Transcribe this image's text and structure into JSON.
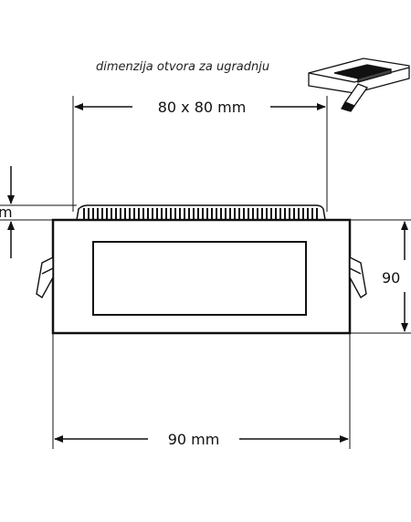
{
  "caption": "dimenzija otvora za ugradnju",
  "dims": {
    "cutout": "80 x 80 mm",
    "width": "90 mm",
    "height_right": "90",
    "height_left_fragment": "m"
  }
}
